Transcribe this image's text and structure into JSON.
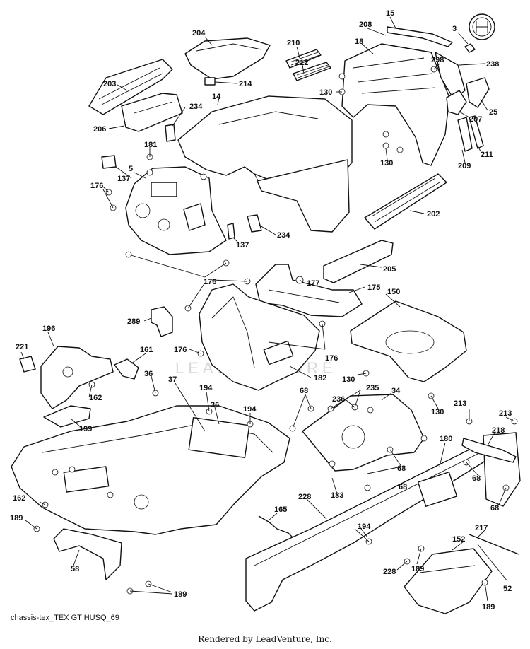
{
  "diagram": {
    "id_label": "chassis-tex_TEX GT HUSQ_69",
    "credit": "Rendered by LeadVenture, Inc.",
    "watermark": "LEADVENTURE",
    "callouts": [
      "15",
      "3",
      "204",
      "210",
      "208",
      "18",
      "212",
      "298",
      "238",
      "203",
      "214",
      "14",
      "130",
      "25",
      "206",
      "234",
      "207",
      "181",
      "5",
      "137",
      "209",
      "211",
      "176",
      "130",
      "202",
      "234",
      "137",
      "205",
      "176",
      "177",
      "175",
      "150",
      "289",
      "176",
      "176",
      "196",
      "161",
      "221",
      "36",
      "182",
      "130",
      "162",
      "37",
      "194",
      "36",
      "194",
      "68",
      "235",
      "34",
      "236",
      "199",
      "213",
      "213",
      "130",
      "218",
      "180",
      "68",
      "68",
      "68",
      "162",
      "228",
      "165",
      "183",
      "68",
      "189",
      "194",
      "217",
      "152",
      "58",
      "228",
      "189",
      "52",
      "189",
      "189"
    ]
  }
}
